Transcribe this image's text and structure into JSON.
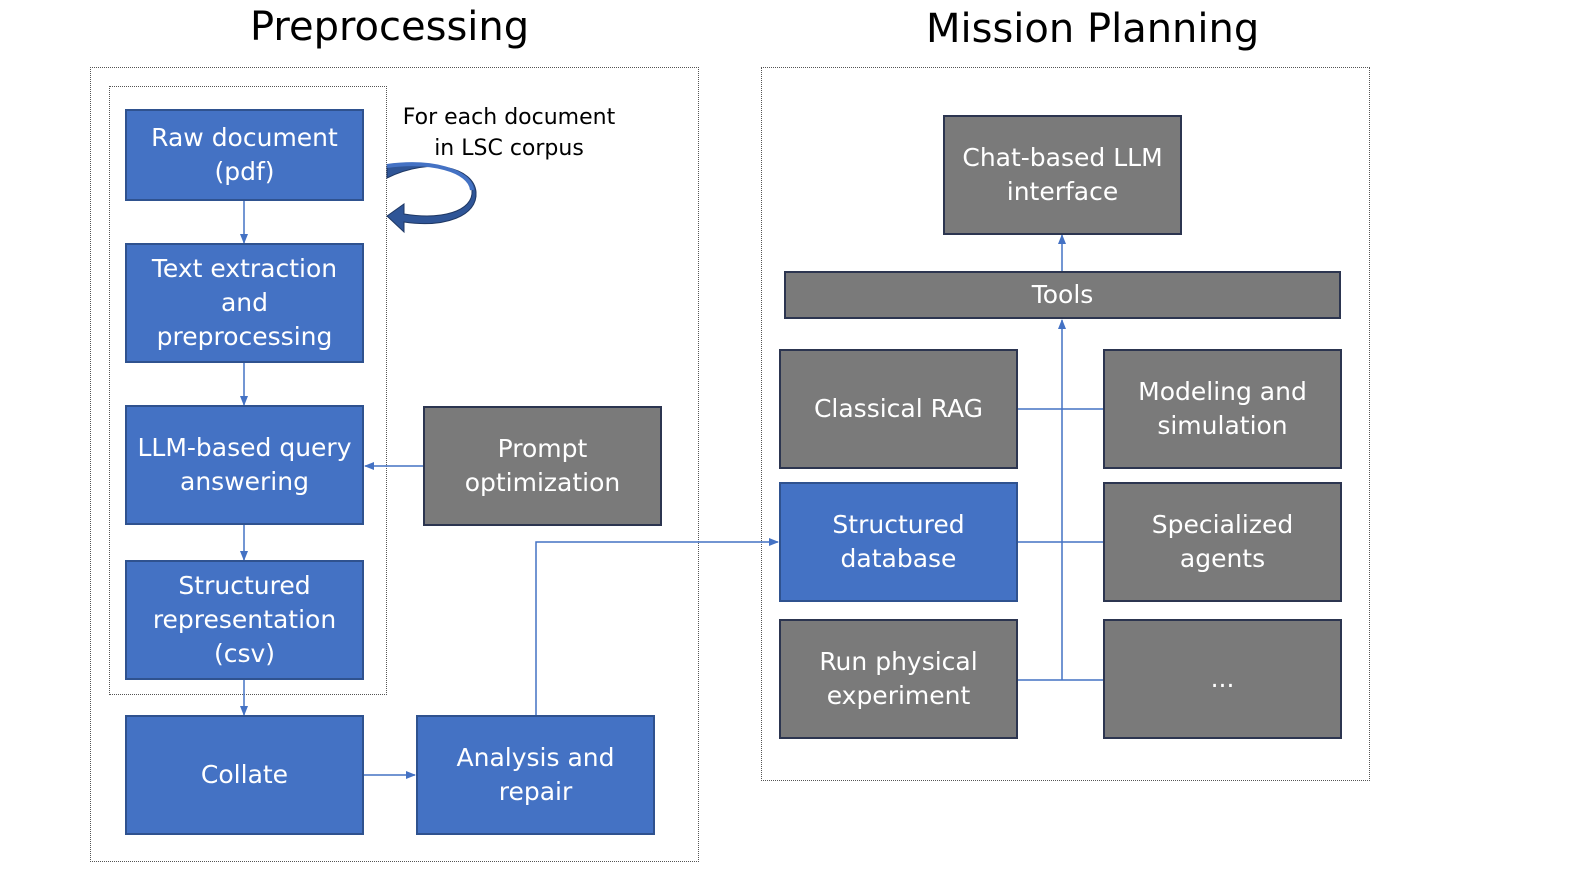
{
  "sections": {
    "preprocessing": "Preprocessing",
    "mission_planning": "Mission Planning"
  },
  "preprocessing": {
    "raw_document": "Raw document\n(pdf)",
    "text_extraction": "Text extraction\nand\npreprocessing",
    "llm_query": "LLM-based query\nanswering",
    "structured_representation": "Structured\nrepresentation\n(csv)",
    "collate": "Collate",
    "analysis_repair": "Analysis and\nrepair",
    "prompt_optimization": "Prompt\noptimization",
    "loop_note": "For each document\nin LSC corpus"
  },
  "mission_planning": {
    "chat_interface": "Chat-based LLM\ninterface",
    "tools": "Tools",
    "classical_rag": "Classical RAG",
    "modeling_simulation": "Modeling and\nsimulation",
    "structured_database": "Structured\ndatabase",
    "specialized_agents": "Specialized\nagents",
    "run_experiment": "Run physical\nexperiment",
    "ellipsis": "..."
  },
  "colors": {
    "blue_box": "#4472c4",
    "gray_box": "#7a7a7a",
    "connector": "#4472c4"
  }
}
